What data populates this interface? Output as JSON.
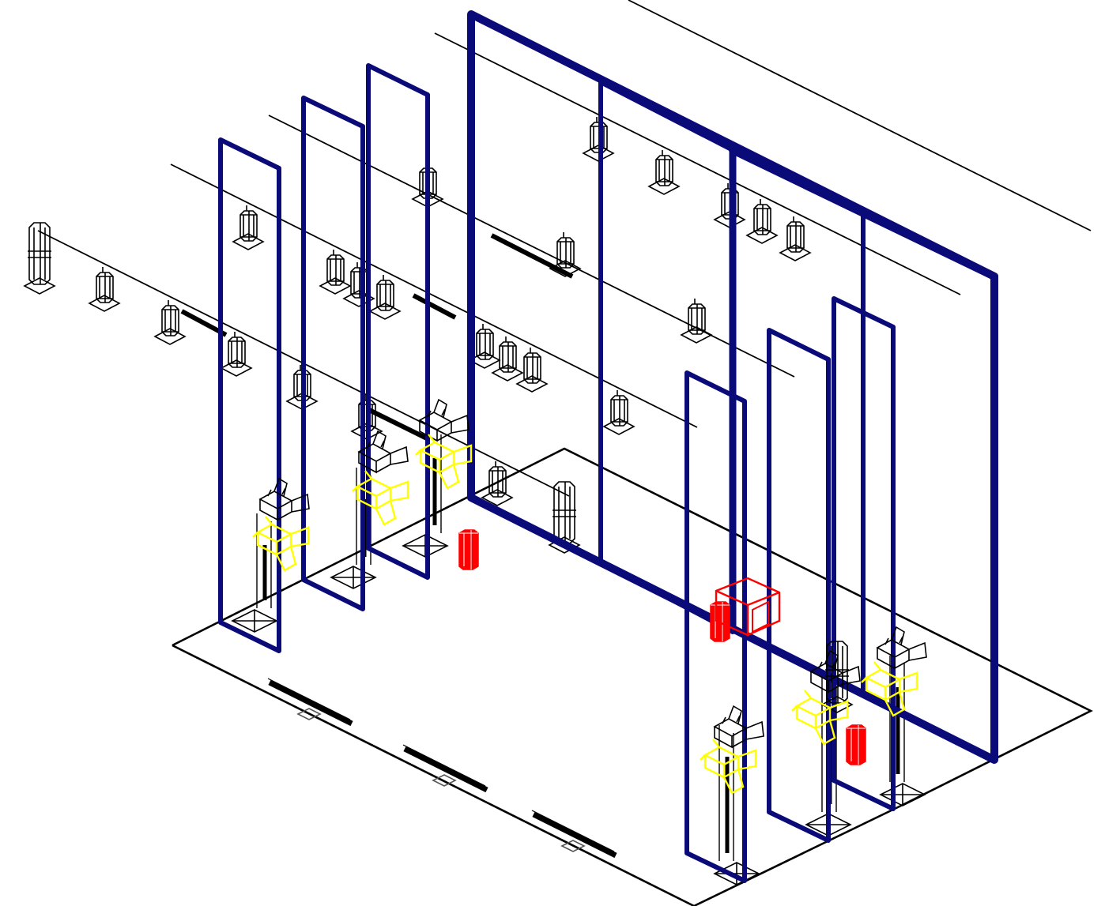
{
  "colors": {
    "background": "#ffffff",
    "line": "#000000",
    "frame": "#0a0a78",
    "light_beam": "#ffff00",
    "marker": "#ff0000"
  },
  "scene": {
    "kind": "isometric stage lighting rig wireframe",
    "frame_count": 9,
    "fixture_types": [
      "hanging-lamp",
      "follow-spot",
      "floor-stand",
      "led-bar",
      "fire-extinguisher"
    ]
  }
}
